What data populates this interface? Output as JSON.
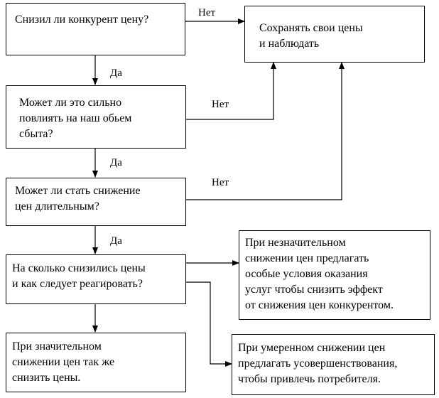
{
  "boxes": {
    "q1": "Снизил ли конкурент цену?",
    "keep_prices": "Сохранять свои цены\nи наблюдать",
    "q2": "Может ли это сильно\nповлиять на наш обьем\nсбыта?",
    "q3": "Может ли стать снижение\nцен длительным?",
    "q4": "На сколько снизились цены\nи как следует реагировать?",
    "minor_cut": "При незначительном\nснижении цен предлагать\nособые условия оказания\nуслуг чтобы снизить эффект\nот снижения цен конкурентом.",
    "major_cut": "При значительном\nснижении цен так же\nснизить цены.",
    "moderate_cut": "При умеренном снижении цен\nпредлагать усовершенствования,\nчтобы привлечь потребителя."
  },
  "edge_labels": {
    "q1_no": "Нет",
    "q1_yes": "Да",
    "q2_no": "Нет",
    "q2_yes": "Да",
    "q3_no": "Нет",
    "q3_yes": "Да"
  }
}
